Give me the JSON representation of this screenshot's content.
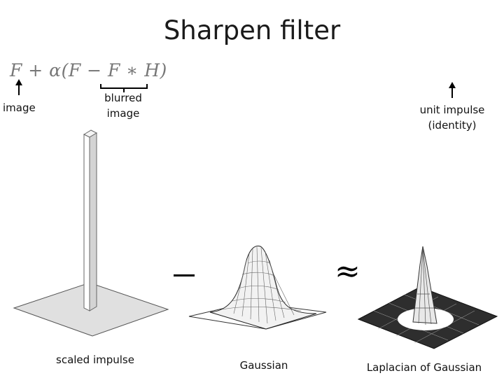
{
  "title": "Sharpen filter",
  "formula": "F + α(F − F ∗ H)",
  "labels": {
    "image": "image",
    "blurred_line1": "blurred",
    "blurred_line2": "image",
    "unit_line1": "unit impulse",
    "unit_line2": "(identity)",
    "scaled": "scaled impulse",
    "gaussian": "Gaussian",
    "log": "Laplacian of Gaussian"
  },
  "operators": {
    "approx": "≈"
  },
  "colors": {
    "plate": "#e2e2e2",
    "mesh": "#555555",
    "arrow": "#000000"
  }
}
